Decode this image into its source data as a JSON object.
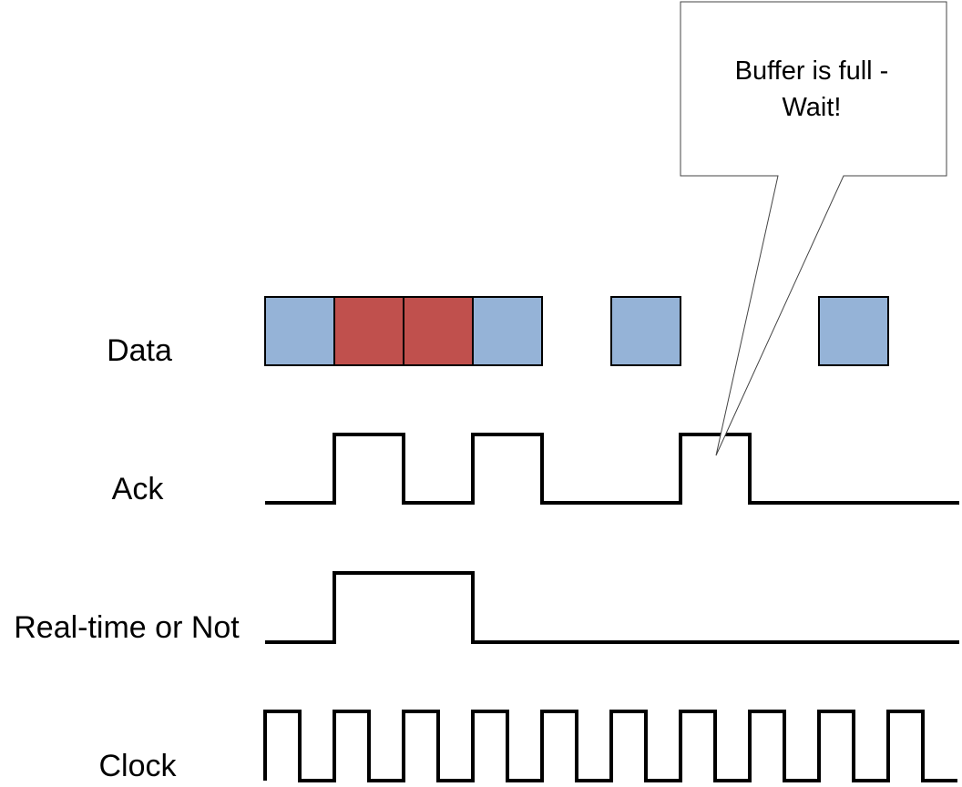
{
  "signals": {
    "data": "Data",
    "ack": "Ack",
    "realtime": "Real-time or Not",
    "clock": "Clock"
  },
  "callout": {
    "line1": "Buffer is full -",
    "line2": "Wait!"
  },
  "colors": {
    "normal_data": "#95b3d7",
    "realtime_data": "#c0504d",
    "line": "#000000"
  },
  "data_slots": [
    "normal",
    "realtime",
    "realtime",
    "normal",
    "empty",
    "normal",
    "empty",
    "empty",
    "normal"
  ],
  "ack_levels": [
    0,
    1,
    0,
    1,
    0,
    0,
    1,
    0,
    0,
    0
  ],
  "realtime_levels": [
    0,
    1,
    1,
    0,
    0,
    0,
    0,
    0,
    0,
    0
  ],
  "clock_cycles": 10
}
